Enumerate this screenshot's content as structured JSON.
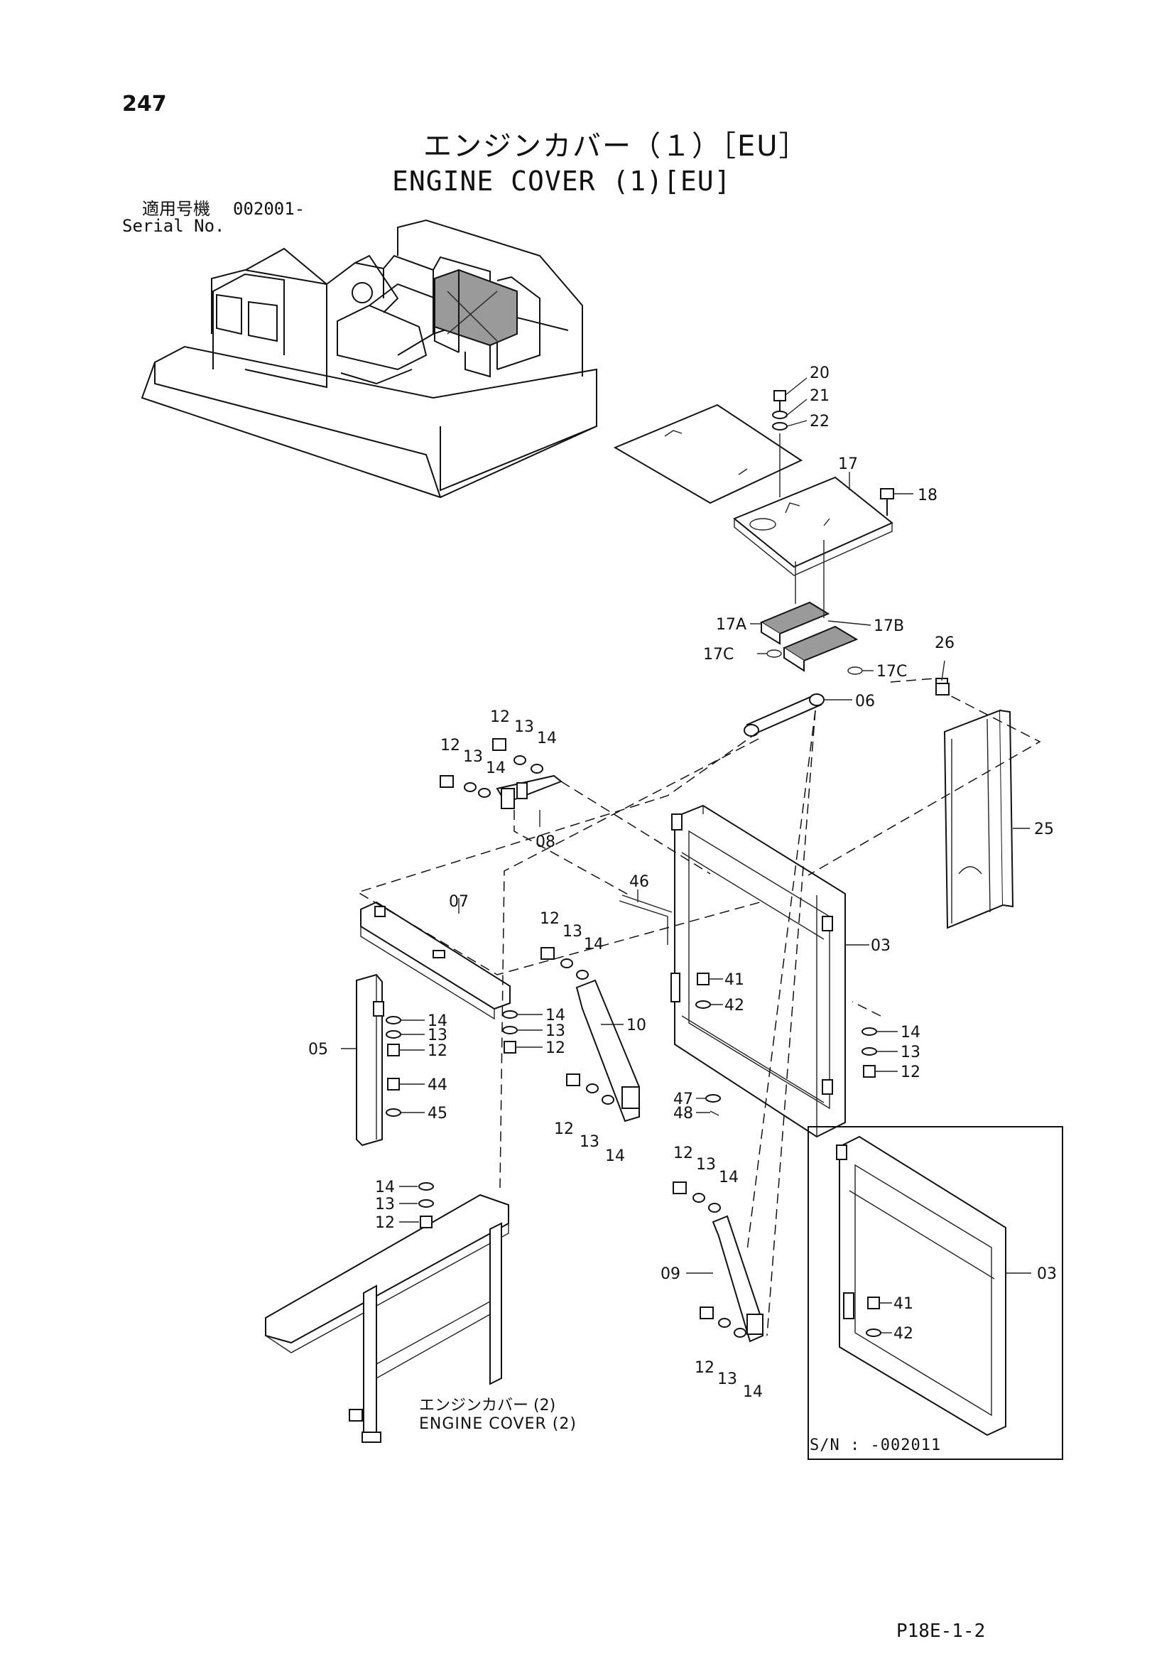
{
  "page": {
    "number": "247",
    "title_jp": "エンジンカバー（１）［EU］",
    "title_en": "ENGINE COVER (1)[EU]",
    "serial_label_jp": "適用号機",
    "serial_value": "002001-",
    "serial_label_en": "Serial No.",
    "doc_code": "P18E-1-2"
  },
  "sub_reference": {
    "jp": "エンジンカバー (2)",
    "en": "ENGINE COVER (2)"
  },
  "inset": {
    "serial_note": "S/N : -002011"
  },
  "callouts": {
    "c20": "20",
    "c21": "21",
    "c22": "22",
    "c17": "17",
    "c18": "18",
    "c17a": "17A",
    "c17b": "17B",
    "c17c_left": "17C",
    "c17c_right": "17C",
    "c26": "26",
    "c06": "06",
    "c25": "25",
    "c12_a": "12",
    "c13_a": "13",
    "c14_a": "14",
    "c12_b": "12",
    "c13_b": "13",
    "c14_b": "14",
    "c08": "08",
    "c46": "46",
    "c07": "07",
    "c03": "03",
    "c12_c": "12",
    "c13_c": "13",
    "c14_c": "14",
    "c41": "41",
    "c42": "42",
    "c14_d": "14",
    "c13_d": "13",
    "c12_d": "12",
    "c05": "05",
    "c44": "44",
    "c45": "45",
    "c14_e": "14",
    "c13_e": "13",
    "c12_e": "12",
    "c10": "10",
    "c14_f": "14",
    "c13_f": "13",
    "c12_f": "12",
    "c12_g": "12",
    "c13_g": "13",
    "c14_g": "14",
    "c47": "47",
    "c48": "48",
    "c14_h": "14",
    "c13_h": "13",
    "c12_h": "12",
    "c12_i": "12",
    "c13_i": "13",
    "c14_i": "14",
    "c09": "09",
    "c12_j": "12",
    "c13_j": "13",
    "c14_j": "14",
    "c03_inset": "03",
    "c41_inset": "41",
    "c42_inset": "42"
  }
}
